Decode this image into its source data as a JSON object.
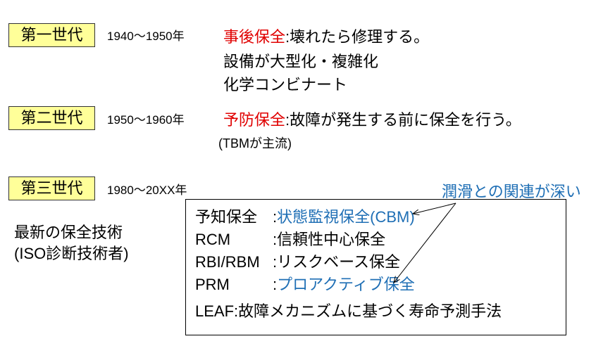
{
  "gen1": {
    "label": "第一世代",
    "years": "1940〜1950年",
    "title": "事後保全",
    "desc": ":壊れたら修理する。",
    "line2": "設備が大型化・複雑化",
    "line3": "化学コンビナート"
  },
  "gen2": {
    "label": "第二世代",
    "years": "1950〜1960年",
    "title": "予防保全",
    "desc": ":故障が発生する前に保全を行う。",
    "note": "(TBMが主流)"
  },
  "gen3": {
    "label": "第三世代",
    "years": "1980〜20XX年",
    "side1": "最新の保全技術",
    "side2": "(ISO診断技術者)",
    "callout": "潤滑との関連が深い",
    "items": [
      {
        "key": "予知保全",
        "sep": ":",
        "val": "状態監視保全(CBM)"
      },
      {
        "key": "RCM",
        "sep": ":",
        "val": "信頼性中心保全"
      },
      {
        "key": "RBI/RBM",
        "sep": ":",
        "val": "リスクベース保全"
      },
      {
        "key": "PRM",
        "sep": ":",
        "val": "プロアクティブ保全"
      },
      {
        "key": "LEAF",
        "sep": ":",
        "val": "故障メカニズムに基づく寿命予測手法"
      }
    ]
  },
  "colors": {
    "red": "#e00000",
    "blue": "#1f6fb5",
    "label_bg": "#ffff99"
  }
}
